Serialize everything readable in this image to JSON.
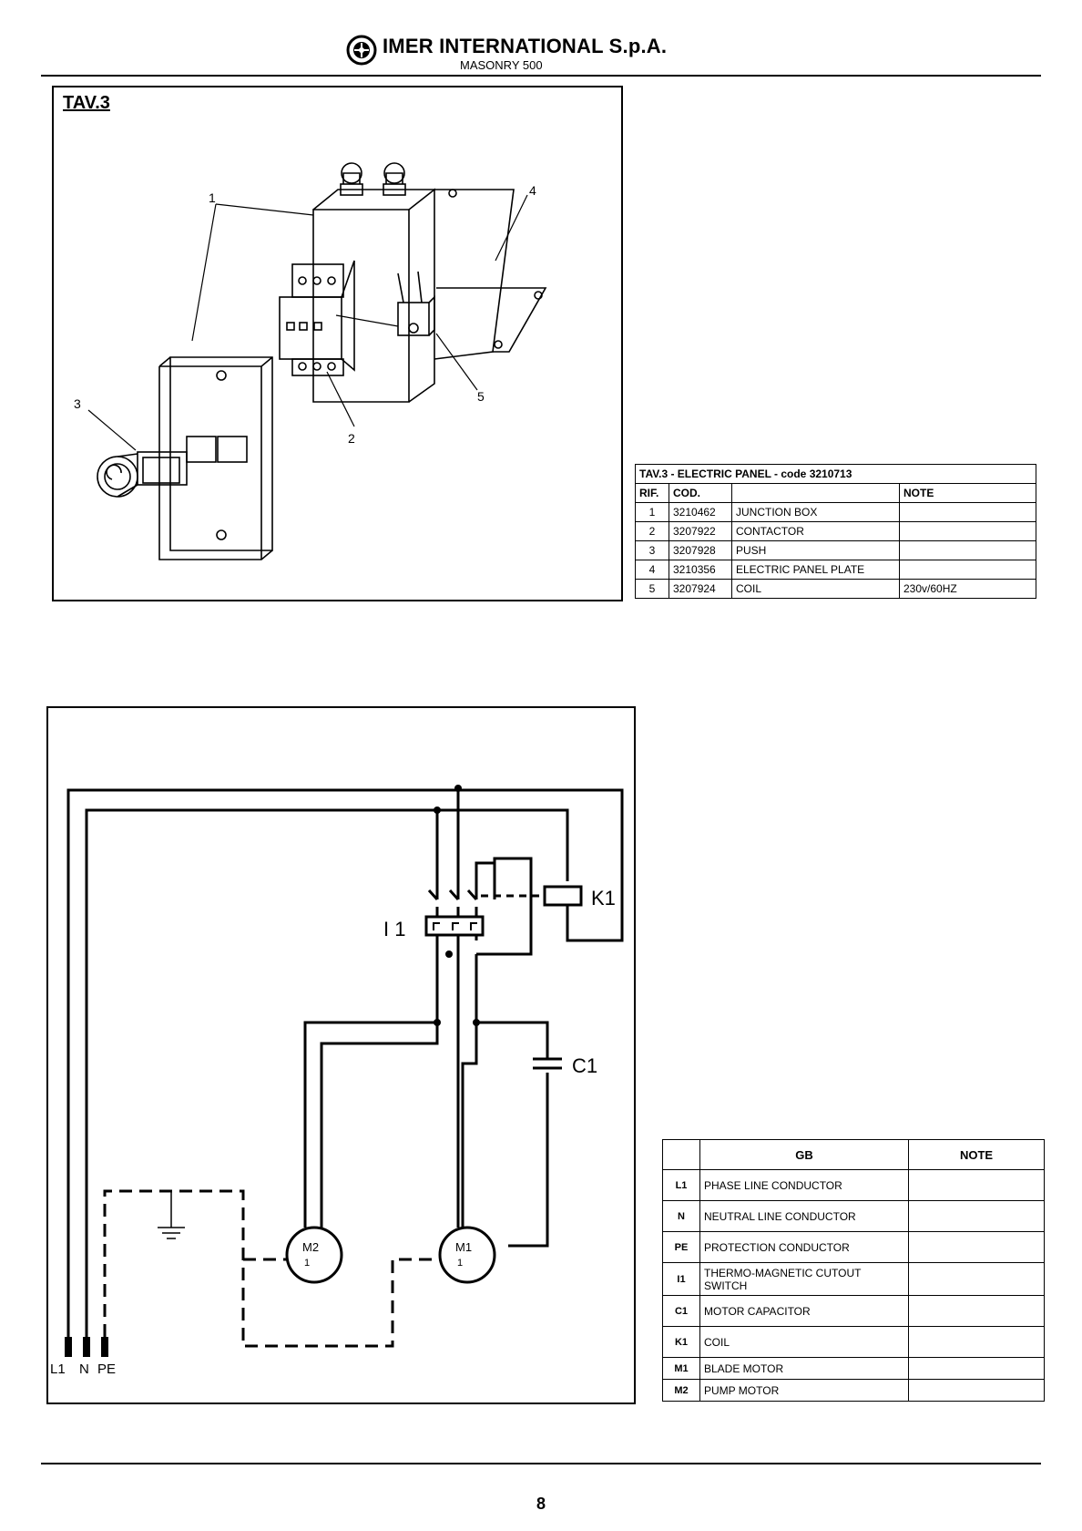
{
  "header": {
    "brand": "IMER INTERNATIONAL S.p.A.",
    "model": "MASONRY 500"
  },
  "drawing": {
    "label": "TAV.3",
    "callouts": [
      "1",
      "2",
      "3",
      "4",
      "5"
    ]
  },
  "parts_table": {
    "caption": "TAV.3 - ELECTRIC PANEL - code 3210713",
    "headers": {
      "rif": "RIF.",
      "cod": "COD.",
      "desc": "",
      "note": "NOTE"
    },
    "rows": [
      {
        "rif": "1",
        "cod": "3210462",
        "desc": "JUNCTION BOX",
        "note": ""
      },
      {
        "rif": "2",
        "cod": "3207922",
        "desc": "CONTACTOR",
        "note": ""
      },
      {
        "rif": "3",
        "cod": "3207928",
        "desc": "PUSH",
        "note": ""
      },
      {
        "rif": "4",
        "cod": "3210356",
        "desc": "ELECTRIC PANEL PLATE",
        "note": ""
      },
      {
        "rif": "5",
        "cod": "3207924",
        "desc": "COIL",
        "note": "230v/60HZ"
      }
    ]
  },
  "wiring": {
    "labels": {
      "k1": "K1",
      "i1": "I 1",
      "c1": "C1",
      "m1": "M1",
      "m2": "M2",
      "l1": "L1",
      "n": "N",
      "pe": "PE",
      "phase": "1"
    }
  },
  "legend_table": {
    "headers": {
      "sym": "",
      "gb": "GB",
      "note": "NOTE"
    },
    "rows": [
      {
        "sym": "L1",
        "desc": "PHASE LINE CONDUCTOR",
        "note": ""
      },
      {
        "sym": "N",
        "desc": "NEUTRAL LINE CONDUCTOR",
        "note": ""
      },
      {
        "sym": "PE",
        "desc": "PROTECTION CONDUCTOR",
        "note": ""
      },
      {
        "sym": "I1",
        "desc": "THERMO-MAGNETIC CUTOUT SWITCH",
        "note": ""
      },
      {
        "sym": "C1",
        "desc": "MOTOR CAPACITOR",
        "note": ""
      },
      {
        "sym": "K1",
        "desc": "COIL",
        "note": ""
      },
      {
        "sym": "M1",
        "desc": "BLADE MOTOR",
        "note": ""
      },
      {
        "sym": "M2",
        "desc": "PUMP MOTOR",
        "note": ""
      }
    ]
  },
  "footer": {
    "page": "8"
  }
}
